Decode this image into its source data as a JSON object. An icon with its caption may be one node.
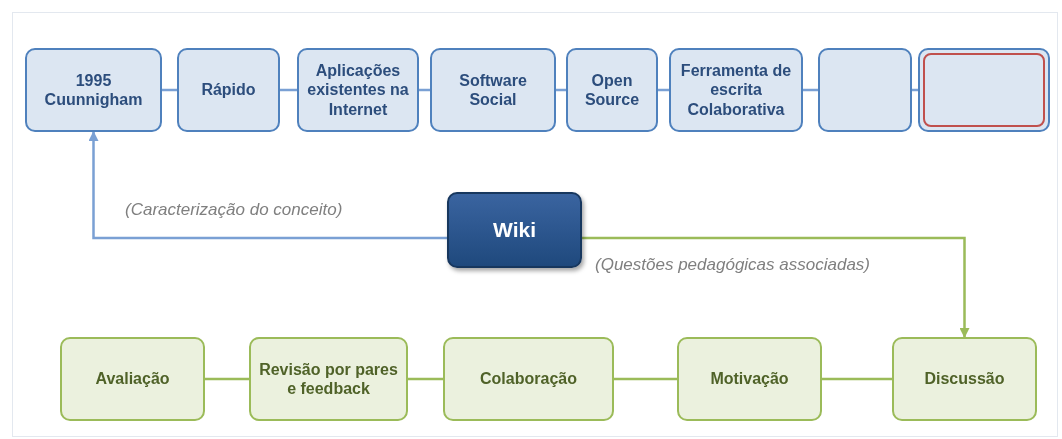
{
  "diagram": {
    "nodes": [
      {
        "text": [
          "1995 Cuunnigham"
        ]
      },
      {
        "text": [
          "Rápido"
        ]
      },
      {
        "text": [
          "Aplicações existentes na Internet"
        ]
      },
      {
        "text": [
          "Software Social"
        ]
      },
      {
        "text": [
          "Open Source"
        ]
      },
      {
        "text": [
          "Ferramenta de escrita Colaborativa"
        ]
      },
      {
        "text": [],
        "shape": "box"
      },
      {
        "text": [],
        "shape": "box"
      },
      {
        "text": [
          "Wiki"
        ]
      },
      {
        "text": [
          "Avaliação"
        ]
      },
      {
        "text": [
          "Revisão por pares e feedback"
        ]
      },
      {
        "text": [
          "Colaboração"
        ]
      },
      {
        "text": [
          "Motivação"
        ]
      },
      {
        "text": [
          "Discussão"
        ]
      }
    ],
    "edges": [
      {
        "from": 0,
        "to": 1,
        "arrow": "none"
      },
      {
        "from": 1,
        "to": 2,
        "arrow": "none"
      },
      {
        "from": 2,
        "to": 3,
        "arrow": "none"
      },
      {
        "from": 3,
        "to": 4,
        "arrow": "none"
      },
      {
        "from": 4,
        "to": 5,
        "arrow": "none"
      },
      {
        "from": 5,
        "to": 6,
        "arrow": "none"
      },
      {
        "from": 6,
        "to": 7,
        "arrow": "none"
      },
      {
        "from": 8,
        "to": 0,
        "arrow": "to",
        "label": "(Caracterização do conceito)"
      },
      {
        "from": 8,
        "to": 13,
        "arrow": "to",
        "label": "(Questões pedagógicas associadas)",
        "color": "#9bbb59"
      },
      {
        "from": 9,
        "to": 10,
        "arrow": "none",
        "color": "#9bbb59"
      },
      {
        "from": 10,
        "to": 11,
        "arrow": "none",
        "color": "#9bbb59"
      },
      {
        "from": 11,
        "to": 12,
        "arrow": "none",
        "color": "#9bbb59"
      },
      {
        "from": 12,
        "to": 13,
        "arrow": "none",
        "color": "#9bbb59"
      }
    ]
  }
}
